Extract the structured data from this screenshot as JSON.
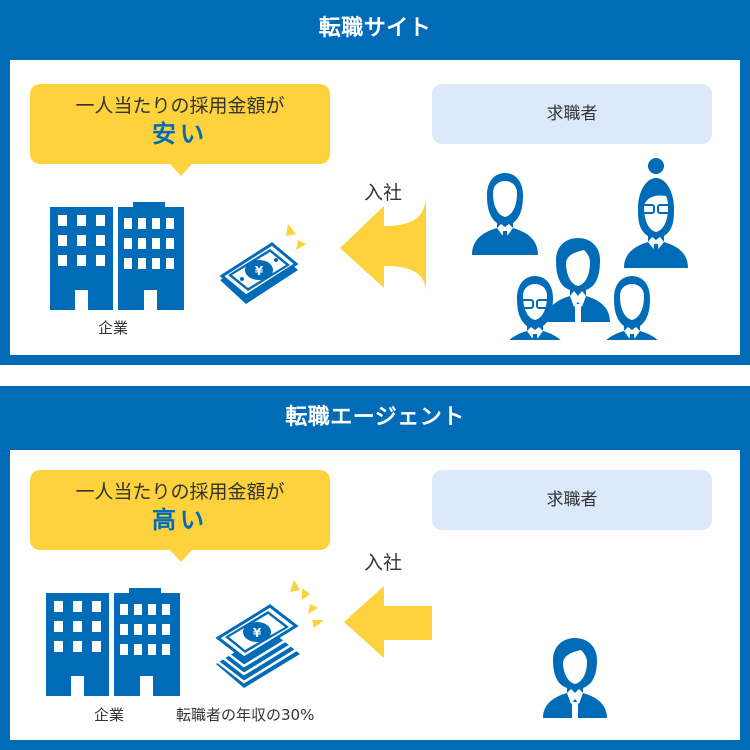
{
  "colors": {
    "brand_blue": "#006cb7",
    "yellow": "#fdd23d",
    "light_blue": "#dbe9fb",
    "text": "#333333",
    "white": "#ffffff"
  },
  "panels": [
    {
      "title": "転職サイト",
      "bubble": {
        "line1": "一人当たりの採用金額が",
        "line2": "安い"
      },
      "company_label": "企業",
      "join_label": "入社",
      "seeker_label": "求職者",
      "money_caption": "",
      "icons": {
        "company": "office-buildings-icon",
        "money": "single-bill-stack-icon",
        "arrow": "curved-left-arrow-icon",
        "seekers": "five-people-icon"
      },
      "seeker_count": 5
    },
    {
      "title": "転職エージェント",
      "bubble": {
        "line1": "一人当たりの採用金額が",
        "line2": "高い"
      },
      "company_label": "企業",
      "join_label": "入社",
      "seeker_label": "求職者",
      "money_caption": "転職者の年収の30%",
      "icons": {
        "company": "office-buildings-icon",
        "money": "thick-bill-stack-icon",
        "arrow": "straight-left-arrow-icon",
        "seekers": "single-person-icon"
      },
      "seeker_count": 1
    }
  ]
}
